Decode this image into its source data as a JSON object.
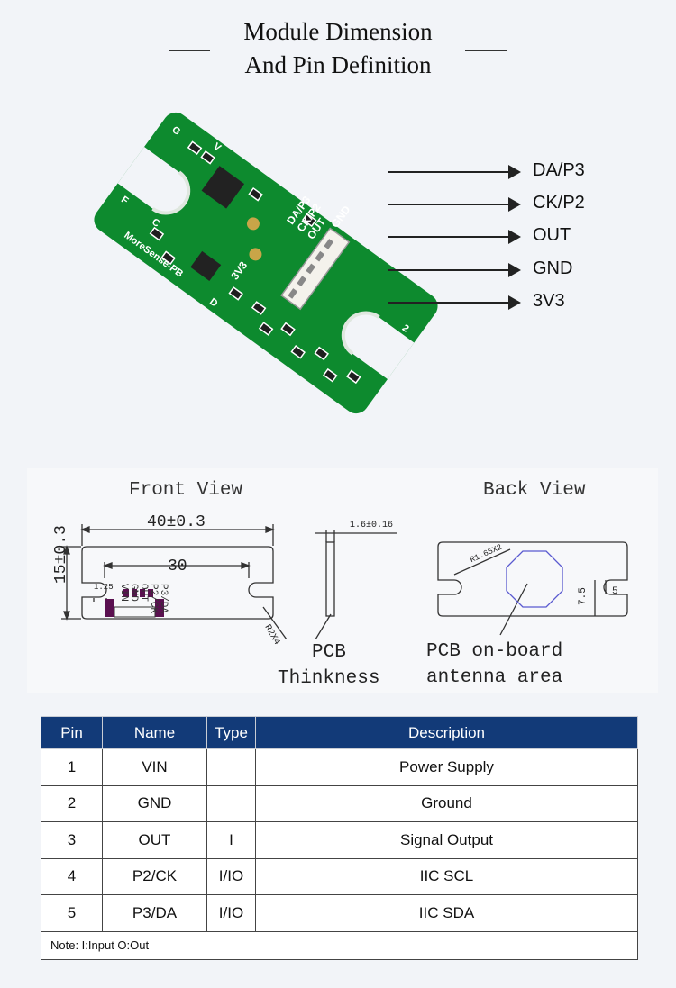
{
  "header": {
    "title_line1": "Module Dimension",
    "title_line2": "And Pin Definition"
  },
  "board": {
    "silk_labels": [
      "DA/P3",
      "CK/P2",
      "OUT",
      "GND",
      "3V3"
    ],
    "brand": "MoreSense-PB",
    "edge_labels": [
      "G",
      "V",
      "F",
      "C",
      "D",
      "2"
    ]
  },
  "pins": [
    {
      "label": "DA/P3"
    },
    {
      "label": "CK/P2"
    },
    {
      "label": "OUT"
    },
    {
      "label": "GND"
    },
    {
      "label": "3V3"
    }
  ],
  "front_view": {
    "title": "Front View",
    "width_dim": "40±0.3",
    "height_dim": "15±0.3",
    "inner_dim": "30",
    "small_dim": "1.25",
    "pin_labels": [
      "P3/DA",
      "P2/CK",
      "OUT",
      "GND",
      "VIN"
    ],
    "radius_note": "R2X4"
  },
  "side_view": {
    "thickness_dim": "1.6±0.16",
    "caption_line1": "PCB",
    "caption_line2": "Thinkness"
  },
  "back_view": {
    "title": "Back View",
    "radius_note": "R1.65X2",
    "dim_a": "7.5",
    "dim_b": "5",
    "caption_line1": "PCB on-board",
    "caption_line2": "antenna area"
  },
  "table": {
    "headers": [
      "Pin",
      "Name",
      "Type",
      "Description"
    ],
    "rows": [
      {
        "pin": "1",
        "name": "VIN",
        "type": "",
        "desc": "Power Supply"
      },
      {
        "pin": "2",
        "name": "GND",
        "type": "",
        "desc": "Ground"
      },
      {
        "pin": "3",
        "name": "OUT",
        "type": "I",
        "desc": "Signal Output"
      },
      {
        "pin": "4",
        "name": "P2/CK",
        "type": "I/IO",
        "desc": "IIC SCL"
      },
      {
        "pin": "5",
        "name": "P3/DA",
        "type": "I/IO",
        "desc": "IIC SDA"
      }
    ],
    "note": "Note:  I:Input  O:Out"
  },
  "colors": {
    "pcb_green": "#0d8a2e",
    "header_blue": "#123a78"
  }
}
